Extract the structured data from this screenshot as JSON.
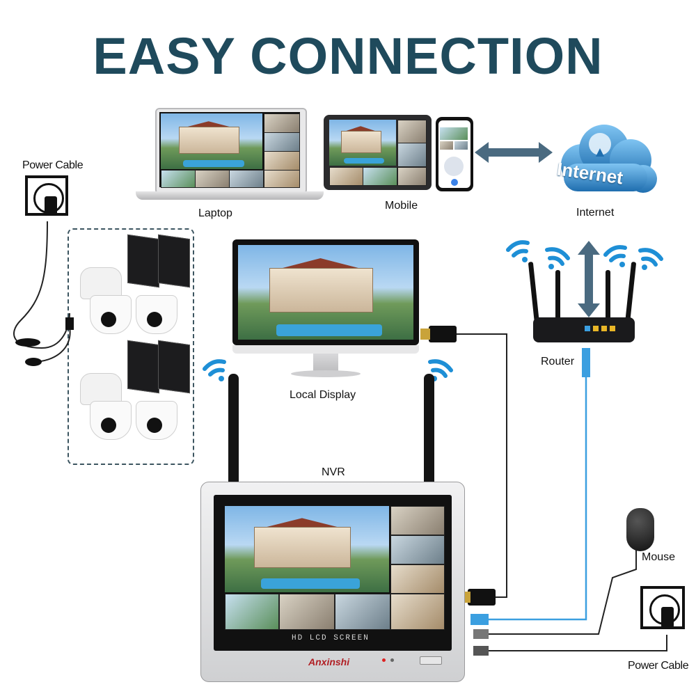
{
  "title": "EASY CONNECTION",
  "devices": {
    "laptop": "Laptop",
    "mobile": "Mobile",
    "internet": "Internet",
    "internet_cloud_text": "Internet",
    "router": "Router",
    "local_display": "Local Display",
    "nvr": "NVR",
    "mouse": "Mouse",
    "power_cable_left": "Power Cable",
    "power_cable_right": "Power Cable"
  },
  "nvr_screen": {
    "banner": "HD LCD SCREEN",
    "brand": "Anxinshi"
  },
  "colors": {
    "title": "#1f4a5c",
    "wifi": "#1e8fd6",
    "arrow": "#4a6a80",
    "ethernet": "#3b9fe0",
    "cloud": "#2a86c8"
  }
}
